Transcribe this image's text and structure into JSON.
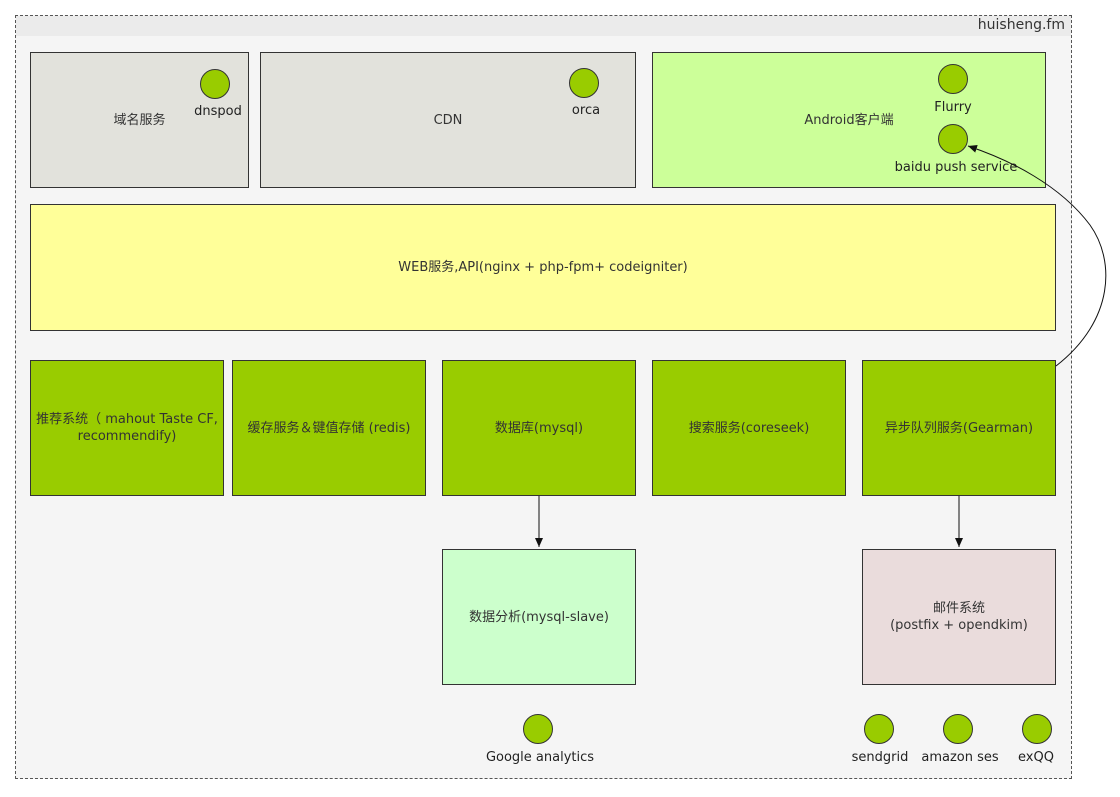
{
  "frame": {
    "title": "huisheng.fm"
  },
  "boxes": {
    "dns": "域名服务",
    "cdn": "CDN",
    "android": "Android客户端",
    "web": "WEB服务,API(nginx + php-fpm+ codeigniter)",
    "recommend": "推荐系统（ mahout Taste CF, recommendify)",
    "cache": "缓存服务＆键值存储 (redis)",
    "database": "数据库(mysql)",
    "search": "搜索服务(coreseek)",
    "queue": "异步队列服务(Gearman)",
    "analysis": "数据分析(mysql-slave)",
    "mail_line1": "邮件系统",
    "mail_line2": "(postfix + opendkim)"
  },
  "services": {
    "dnspod": "dnspod",
    "orca": "orca",
    "flurry": "Flurry",
    "baidu_push": "baidu push service",
    "google_analytics": "Google analytics",
    "sendgrid": "sendgrid",
    "amazon_ses": "amazon ses",
    "exqq": "exQQ"
  },
  "colors": {
    "gray_box": "#e2e2dc",
    "light_green_box": "#ccff99",
    "yellow_box": "#ffff99",
    "green_box": "#99cc00",
    "mint_box": "#ccffcc",
    "pink_box": "#eadcdc",
    "service_circle": "#99cc00"
  }
}
